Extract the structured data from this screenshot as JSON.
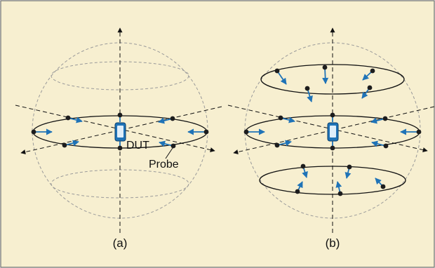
{
  "figure": {
    "background": "#f7efd0",
    "border_color": "#6b6b6b",
    "line_color": "#111111",
    "sphere_color": "#9a9a9a",
    "probe_arrow_color": "#1f73b7",
    "dut_color": "#1f73b7",
    "panels": [
      {
        "id": "a",
        "label": "(a)",
        "probe_rings": 1,
        "annotations": {
          "dut": "DUT",
          "probe": "Probe"
        }
      },
      {
        "id": "b",
        "label": "(b)",
        "probe_rings": 3
      }
    ]
  }
}
